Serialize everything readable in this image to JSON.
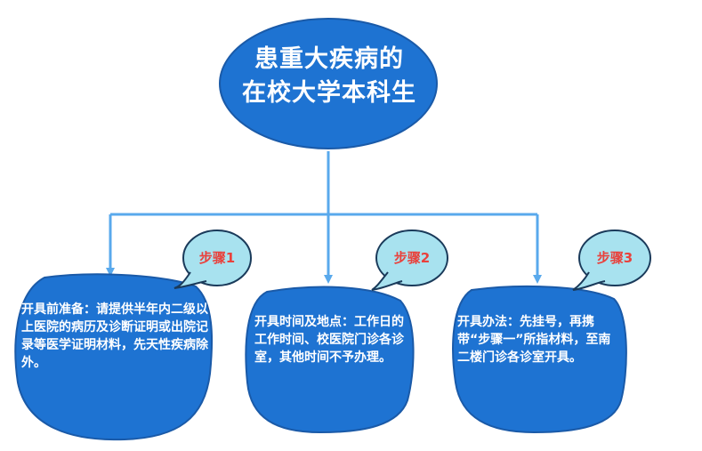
{
  "title": {
    "line1": "患重大疾病的",
    "line2": "在校大学本科生"
  },
  "steps": [
    {
      "tag": "步骤1",
      "text": "开具前准备：请提供半年内二级以上医院的病历及诊断证明或出院记录等医学证明材料，先天性疾病除外。"
    },
    {
      "tag": "步骤2",
      "text": "开具时间及地点：工作日的工作时间、校医院门诊各诊室，其他时间不予办理。"
    },
    {
      "tag": "步骤3",
      "text": "开具办法：先挂号，再携带“步骤一”所指材料，至南二楼门诊各诊室开具。"
    }
  ],
  "colors": {
    "node_fill": "#1e73d2",
    "node_stroke": "#1a5aa8",
    "tag_fill": "#a8e2ef",
    "tag_text": "#e9413c",
    "connector": "#59a9ec"
  }
}
